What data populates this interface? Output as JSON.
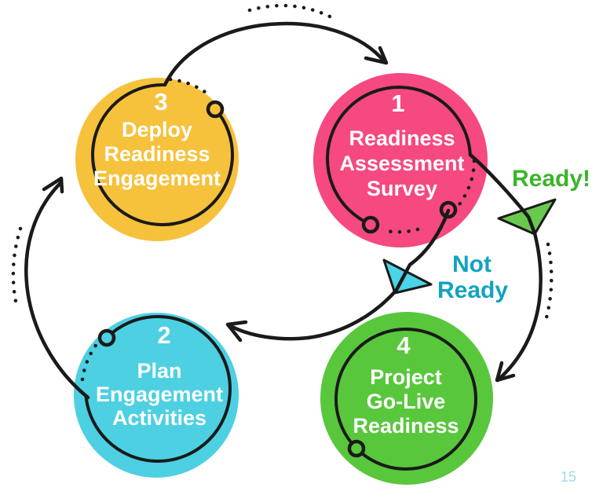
{
  "colors": {
    "step1_pink": "#F5497F",
    "step2_cyan": "#4CD0E2",
    "step3_yellow": "#F6C13B",
    "step4_green": "#58C73C",
    "ready_label": "#3AB52B",
    "ready_arrow_fill": "#68C94E",
    "not_ready_label": "#12A3BE",
    "not_ready_arrow_fill": "#4AD4E8",
    "ink": "#1A1A1A",
    "step_text": "#FFFFFF",
    "page_number": "#A5DBE3"
  },
  "steps": [
    {
      "number": "1",
      "lines": [
        "Readiness",
        "Assessment",
        "Survey"
      ]
    },
    {
      "number": "2",
      "lines": [
        "Plan",
        "Engagement",
        "Activities"
      ]
    },
    {
      "number": "3",
      "lines": [
        "Deploy",
        "Readiness",
        "Engagement"
      ]
    },
    {
      "number": "4",
      "lines": [
        "Project",
        "Go-Live",
        "Readiness"
      ]
    }
  ],
  "decisions": {
    "ready": {
      "label": "Ready!"
    },
    "not_ready": {
      "line1": "Not",
      "line2": "Ready"
    }
  },
  "page_number": "15"
}
